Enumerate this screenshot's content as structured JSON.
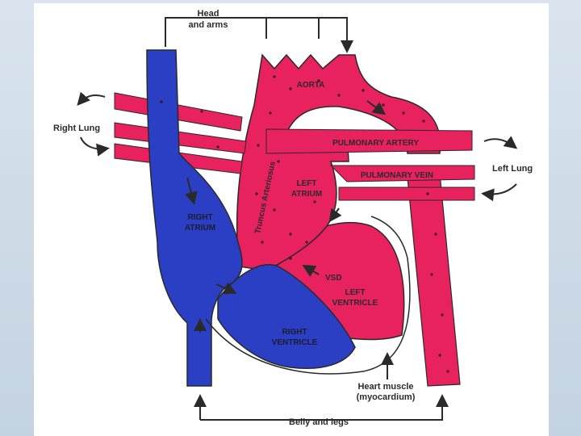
{
  "labels": {
    "head_arms_1": "Head",
    "head_arms_2": "and arms",
    "aorta": "AORTA",
    "right_lung": "Right Lung",
    "left_lung": "Left Lung",
    "pulmonary_artery": "PULMONARY ARTERY",
    "pulmonary_vein": "PULMONARY VEIN",
    "truncus": "Truncus Arteriosus",
    "left_atrium_1": "LEFT",
    "left_atrium_2": "ATRIUM",
    "right_atrium_1": "RIGHT",
    "right_atrium_2": "ATRIUM",
    "vsd": "VSD",
    "left_ventricle_1": "LEFT",
    "left_ventricle_2": "VENTRICLE",
    "right_ventricle_1": "RIGHT",
    "right_ventricle_2": "VENTRICLE",
    "heart_muscle_1": "Heart muscle",
    "heart_muscle_2": "(myocardium)",
    "belly_legs": "Belly and legs"
  },
  "colors": {
    "oxygenated": "#e8215f",
    "deoxygenated": "#2b3fc4",
    "outline": "#2a2a2a"
  }
}
